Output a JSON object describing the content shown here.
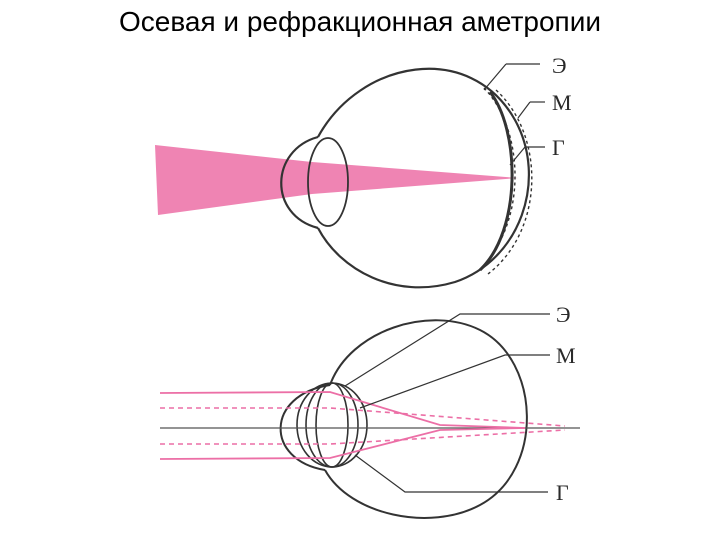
{
  "slide": {
    "title": "Осевая и рефракционная аметропии"
  },
  "colors": {
    "beam": "#ec6fa6",
    "line": "#333333",
    "background": "#ffffff"
  },
  "top_diagram": {
    "labels": {
      "e": "Э",
      "m": "М",
      "g": "Г"
    }
  },
  "bottom_diagram": {
    "labels": {
      "e": "Э",
      "m": "М",
      "g": "Г"
    }
  }
}
